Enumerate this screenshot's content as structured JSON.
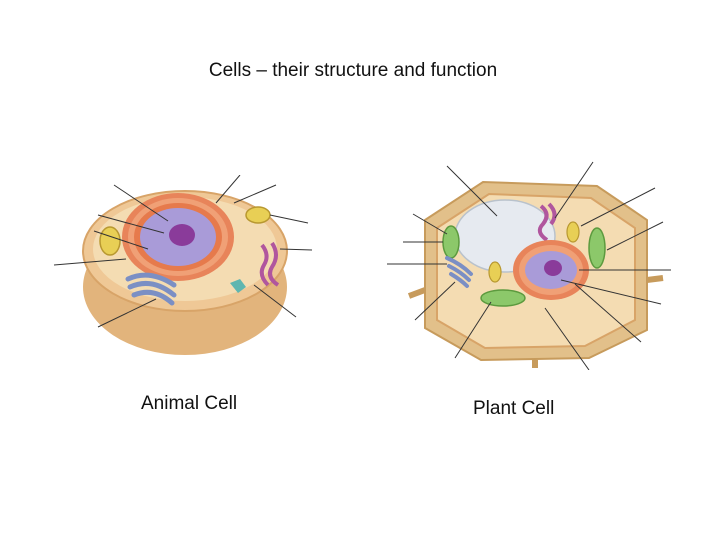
{
  "slide": {
    "title": "Cells – their structure and function"
  },
  "figures": {
    "animal": {
      "caption": "Animal Cell"
    },
    "plant": {
      "caption": "Plant Cell"
    }
  },
  "colors": {
    "cytoplasm": "#f3d8a8",
    "membrane": "#e9b97c",
    "nucleus": "#a99bd8",
    "nucleolus": "#8a3b9a",
    "er": "#e06a3a",
    "golgi": "#7b8fc4",
    "mitochondria": "#e8cf55",
    "chloroplast": "#8cc86a",
    "vacuole": "#e6eaf0",
    "cell_wall": "#e2c08a",
    "leader_line": "#333333"
  }
}
